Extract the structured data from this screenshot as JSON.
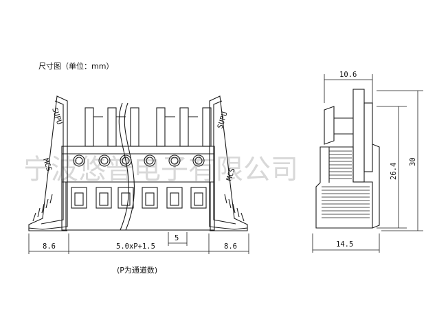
{
  "title": "尺寸图（单位：mm）",
  "watermark": "宁波悠普电子有限公司",
  "front_view": {
    "brand_left": "SUPU",
    "brand_right": "SUPU",
    "mark_left": "MCS",
    "mark_right": "MCS",
    "dim_left": "8.6",
    "dim_middle": "5.0xP+1.5",
    "dim_right": "8.6",
    "dim_pitch": "5",
    "caption": "(P为通道数)"
  },
  "side_view": {
    "dim_top": "10.6",
    "dim_bottom": "14.5",
    "dim_inner_height": "26.4",
    "dim_total_height": "30"
  },
  "colors": {
    "line": "#1a1a1a",
    "watermark": "#d8d8d8"
  }
}
